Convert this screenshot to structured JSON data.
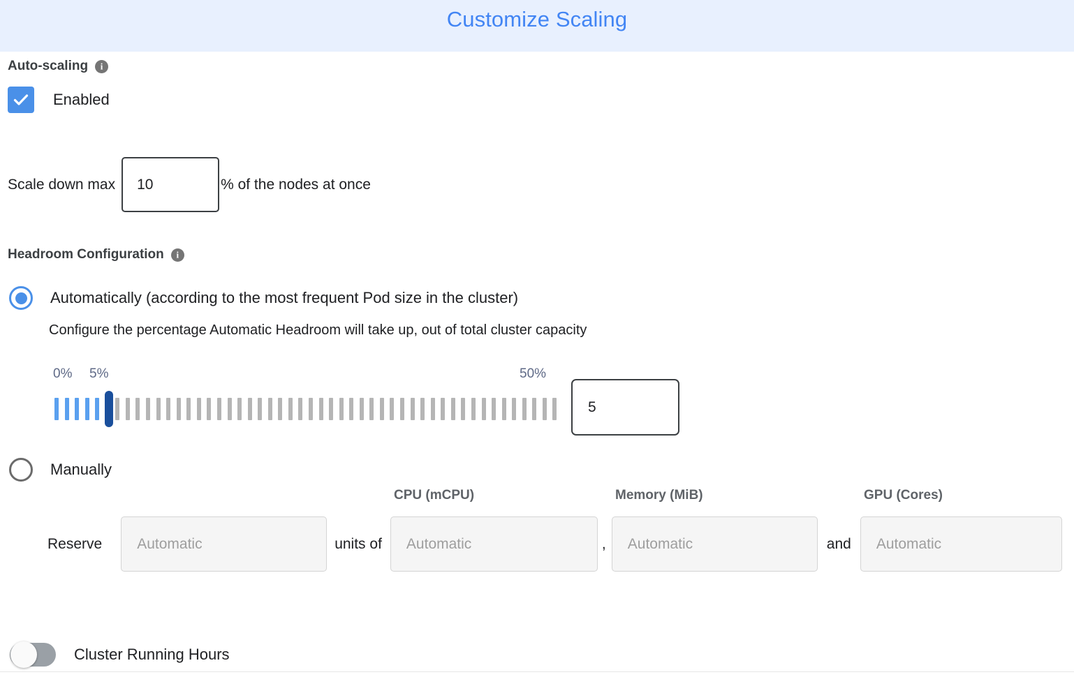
{
  "header": {
    "title": "Customize Scaling",
    "background_color": "#e8f0fe",
    "title_color": "#4285f4"
  },
  "autoscaling": {
    "section_title": "Auto-scaling",
    "info_glyph": "i",
    "enabled_label": "Enabled",
    "enabled_checked": true,
    "checkbox_color": "#4a90e8"
  },
  "scale_down": {
    "label": "Scale down max",
    "value": "10",
    "suffix": "% of the nodes at once"
  },
  "headroom": {
    "section_title": "Headroom Configuration",
    "info_glyph": "i",
    "option_automatic": "Automatically (according to the most frequent Pod size in the cluster)",
    "helper_text": "Configure the percentage Automatic Headroom will take up, out of total cluster capacity",
    "option_manual": "Manually",
    "selected": "automatic"
  },
  "slider": {
    "min_label": "0%",
    "current_label": "5%",
    "max_label": "50%",
    "value": "5",
    "min": 0,
    "max": 50,
    "tick_count": 50,
    "filled_ticks": 6,
    "fill_color": "#5aa0ef",
    "track_color": "#b5b5b5",
    "thumb_color": "#1a4f9c",
    "label_color": "#5f6a87"
  },
  "reserve": {
    "label": "Reserve",
    "units_value": "",
    "units_placeholder": "Automatic",
    "units_word": "units of",
    "comma": ",",
    "and_word": "and",
    "columns": [
      {
        "header": "CPU (mCPU)",
        "value": "",
        "placeholder": "Automatic"
      },
      {
        "header": "Memory (MiB)",
        "value": "",
        "placeholder": "Automatic"
      },
      {
        "header": "GPU (Cores)",
        "value": "",
        "placeholder": "Automatic"
      }
    ]
  },
  "cluster_running_hours": {
    "label": "Cluster Running Hours",
    "enabled": false
  }
}
